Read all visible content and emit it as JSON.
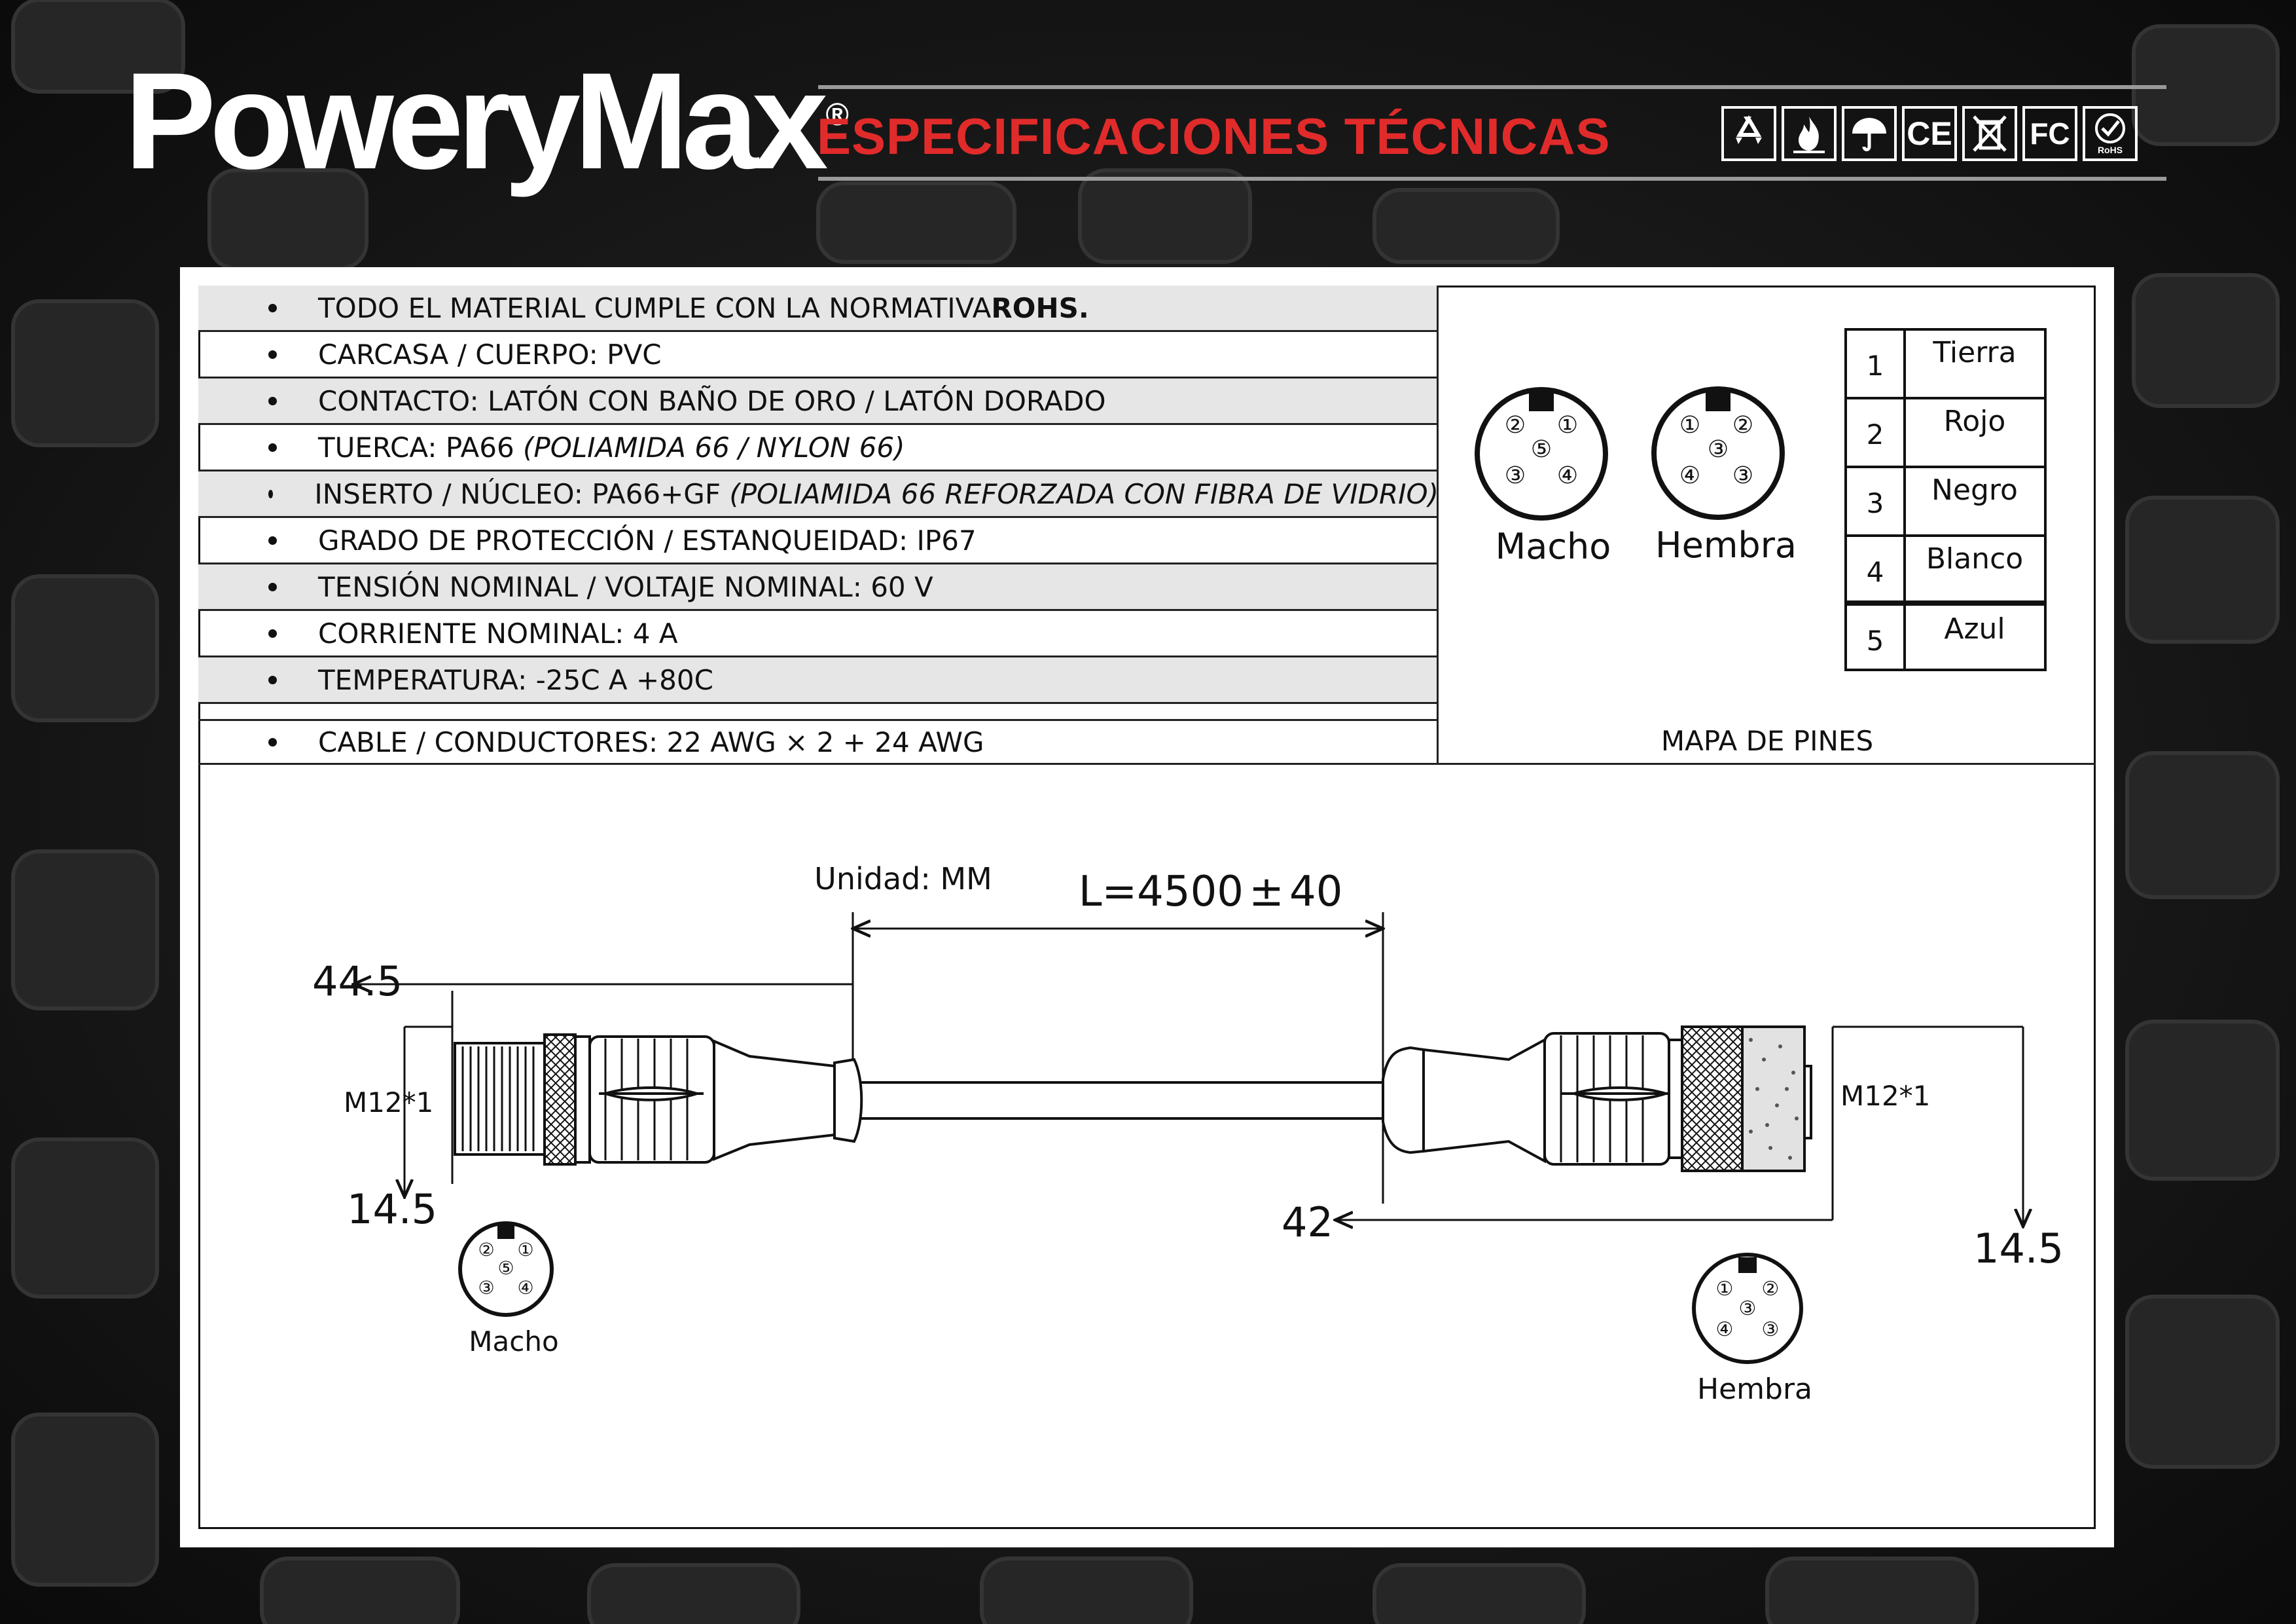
{
  "brand": {
    "name": "PoweryMax",
    "registered": "®"
  },
  "header": {
    "title": "ESPECIFICACIONES TÉCNICAS"
  },
  "certifications": [
    {
      "name": "recycle-icon"
    },
    {
      "name": "flame-icon"
    },
    {
      "name": "umbrella-icon"
    },
    {
      "name": "ce-mark-icon",
      "text": "CE"
    },
    {
      "name": "weee-bin-icon"
    },
    {
      "name": "fcc-mark-icon",
      "text": "FC"
    },
    {
      "name": "rohs-check-icon",
      "text": "RoHS"
    }
  ],
  "specs": [
    {
      "text": "TODO EL MATERIAL CUMPLE CON LA NORMATIVA ",
      "bold": "ROHS.",
      "italic": ""
    },
    {
      "text": "CARCASA / CUERPO: PVC",
      "bold": "",
      "italic": ""
    },
    {
      "text": "CONTACTO: LATÓN CON BAÑO DE ORO / LATÓN DORADO",
      "bold": "",
      "italic": ""
    },
    {
      "text": "TUERCA: PA66 ",
      "bold": "",
      "italic": "(POLIAMIDA 66 / NYLON 66)"
    },
    {
      "text": "INSERTO / NÚCLEO: PA66+GF ",
      "bold": "",
      "italic": "(POLIAMIDA 66 REFORZADA CON FIBRA DE VIDRIO)"
    },
    {
      "text": "GRADO DE PROTECCIÓN / ESTANQUEIDAD: IP67",
      "bold": "",
      "italic": ""
    },
    {
      "text": "TENSIÓN NOMINAL / VOLTAJE NOMINAL: 60 V",
      "bold": "",
      "italic": ""
    },
    {
      "text": "CORRIENTE NOMINAL: 4 A",
      "bold": "",
      "italic": ""
    },
    {
      "text": "TEMPERATURA: -25C A +80C",
      "bold": "",
      "italic": ""
    },
    {
      "text": "CABLE / CONDUCTORES: 22 AWG × 2 + 24 AWG",
      "bold": "",
      "italic": ""
    }
  ],
  "pinmap": {
    "label": "MAPA DE PINES",
    "male_label": "Macho",
    "female_label": "Hembra",
    "pins": [
      {
        "num": "1",
        "color": "Tierra"
      },
      {
        "num": "2",
        "color": "Rojo"
      },
      {
        "num": "3",
        "color": "Negro"
      },
      {
        "num": "4",
        "color": "Blanco"
      },
      {
        "num": "5",
        "color": "Azul"
      }
    ],
    "male_pins": [
      "②",
      "①",
      "⑤",
      "③",
      "④"
    ],
    "female_pins": [
      "①",
      "②",
      "③",
      "④",
      "③"
    ]
  },
  "drawing": {
    "unit": "Unidad: MM",
    "length": "L=4500",
    "tolerance_symbol": "±",
    "tolerance": "40",
    "left_length": "44.5",
    "left_diameter": "14.5",
    "left_thread": "M12*1",
    "right_length": "42",
    "right_diameter": "14.5",
    "right_thread": "M12*1",
    "male_label": "Macho",
    "female_label": "Hembra"
  }
}
